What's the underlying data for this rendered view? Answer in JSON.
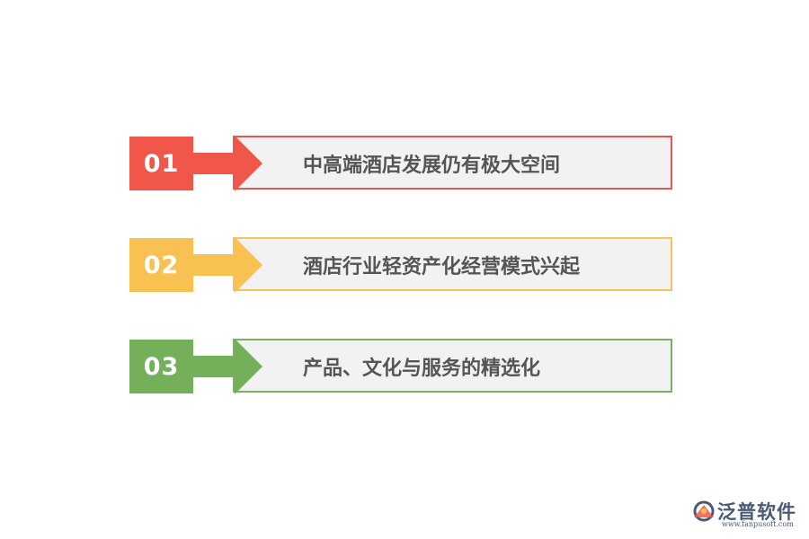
{
  "items": [
    {
      "number": "01",
      "text": "中高端酒店发展仍有极大空间",
      "color": "#f0574a"
    },
    {
      "number": "02",
      "text": "酒店行业轻资产化经营模式兴起",
      "color": "#f9c052"
    },
    {
      "number": "03",
      "text": "产品、文化与服务的精选化",
      "color": "#74b05a"
    }
  ],
  "logo": {
    "name": "泛普软件",
    "url": "www.fanpusoft.com",
    "icon": "fanpu-logo-icon"
  }
}
